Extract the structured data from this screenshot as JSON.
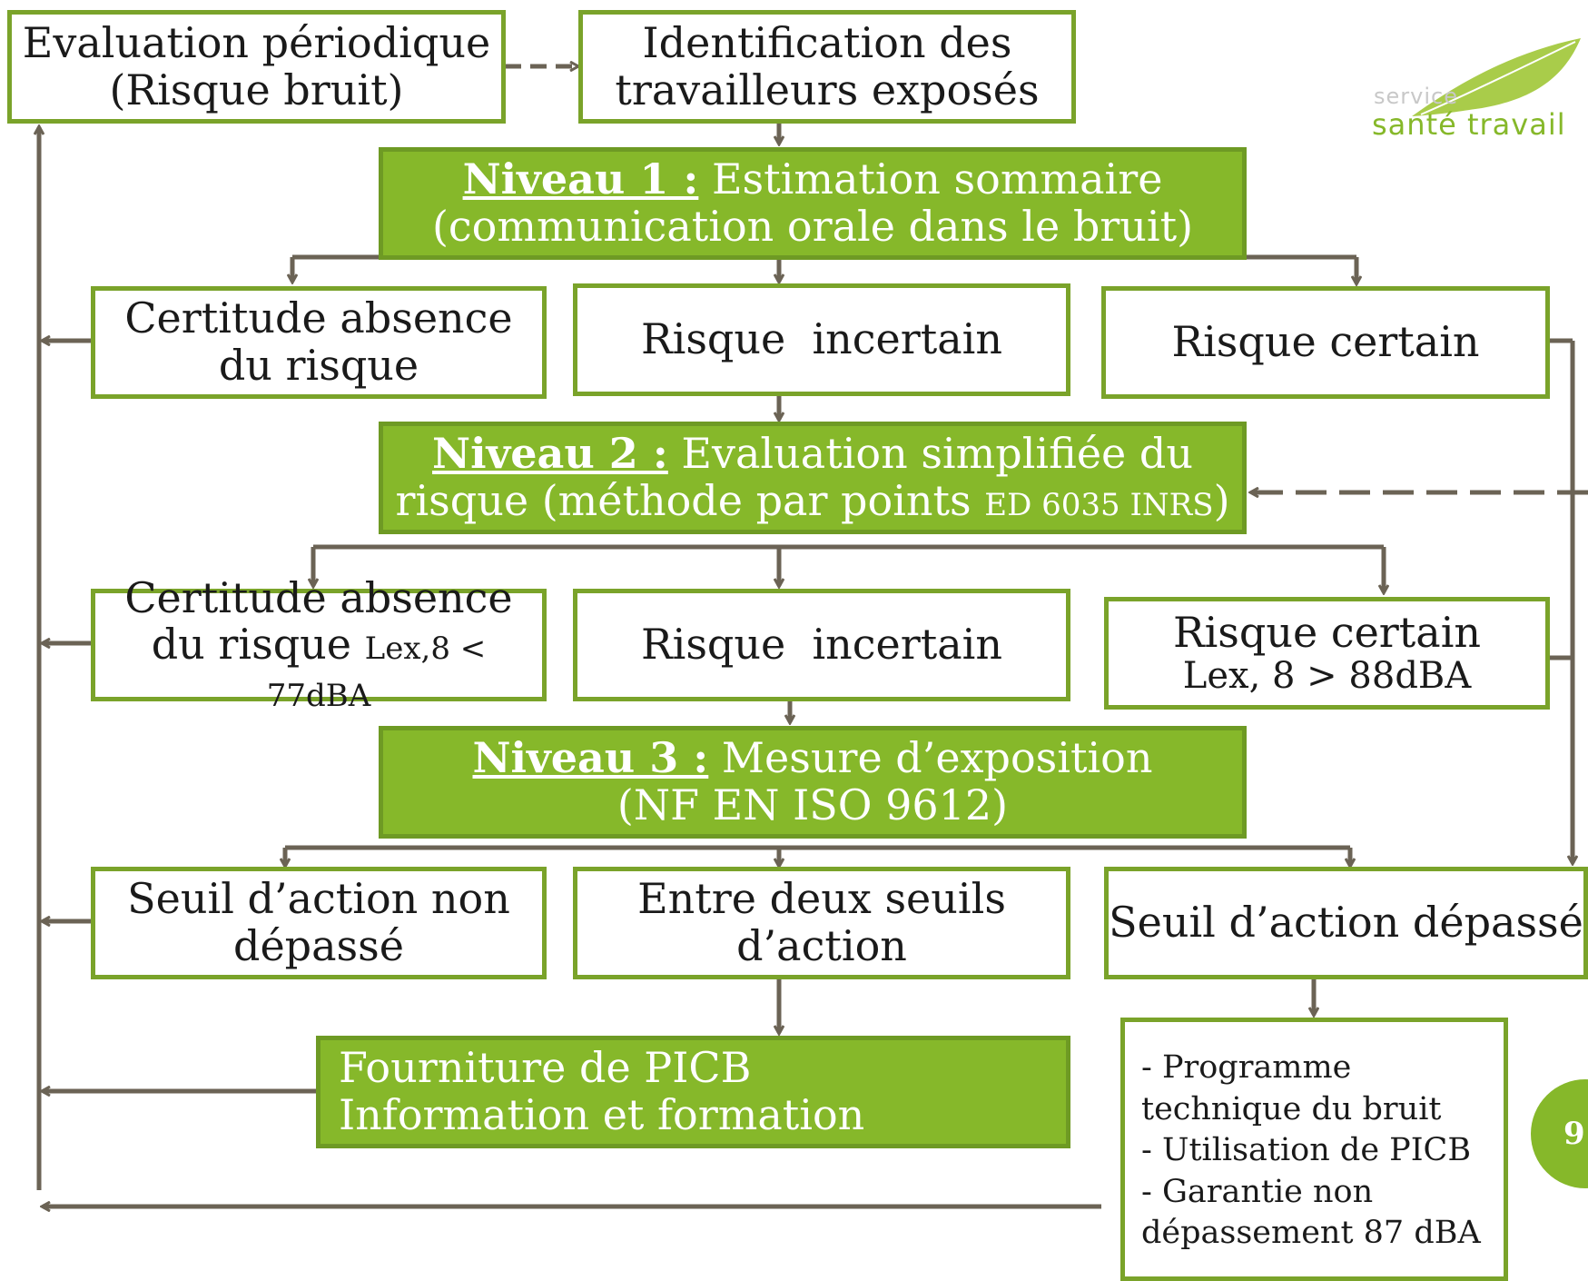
{
  "logo": {
    "line1": "service",
    "line2": "santé travail"
  },
  "page_number": "9",
  "colors": {
    "accent": "#86b82a",
    "border": "#7aa32a",
    "arrow": "#6b6355"
  },
  "top": {
    "eval_line1": "Evaluation périodique",
    "eval_line2": "(Risque bruit)",
    "ident_line1": "Identification des",
    "ident_line2": "travailleurs exposés"
  },
  "niveau1": {
    "label": "Niveau 1 :",
    "title": " Estimation sommaire",
    "line2": "(communication orale dans le bruit)",
    "left_line1": "Certitude absence",
    "left_line2": "du risque",
    "middle": "Risque  incertain",
    "right": "Risque certain"
  },
  "niveau2": {
    "label": "Niveau 2 :",
    "title": " Evaluation simplifiée du",
    "line2_a": "risque (méthode par points ",
    "line2_small": "ED 6035 INRS",
    "line2_b": ")",
    "left_line1": "Certitude absence",
    "left_line2_a": "du risque ",
    "left_line2_small": "Lex,8 < 77dBA",
    "middle": "Risque  incertain",
    "right_line1": "Risque certain",
    "right_line2": "Lex, 8 > 88dBA"
  },
  "niveau3": {
    "label": "Niveau 3 :",
    "title": " Mesure d’exposition",
    "line2": "(NF EN ISO 9612)",
    "left_line1": "Seuil d’action non",
    "left_line2": "dépassé",
    "middle_line1": "Entre deux seuils",
    "middle_line2": "d’action",
    "right": "Seuil d’action dépassé"
  },
  "picb": {
    "line1": "Fourniture de PICB",
    "line2": "Information et formation"
  },
  "actions": [
    "- Programme",
    "technique du bruit",
    "- Utilisation de PICB",
    "- Garantie non",
    "dépassement 87 dBA"
  ]
}
